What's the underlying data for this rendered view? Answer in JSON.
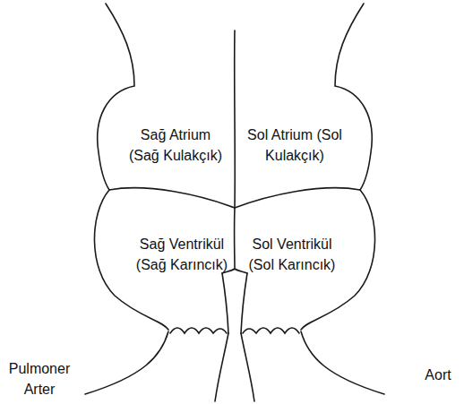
{
  "diagram": {
    "nodes": [
      {
        "text": [
          "Sağ Atrium (Sağ Kulakçık)"
        ]
      },
      {
        "text": [
          "Sol Atrium (Sol Kulakçık)"
        ]
      },
      {
        "text": [
          "Sağ Ventrikül (Sağ Karıncık)"
        ]
      },
      {
        "text": [
          "Sol Ventrikül (Sol Karıncık)"
        ]
      }
    ],
    "labels": [
      "Pulmoner Arter",
      "Aort"
    ]
  }
}
